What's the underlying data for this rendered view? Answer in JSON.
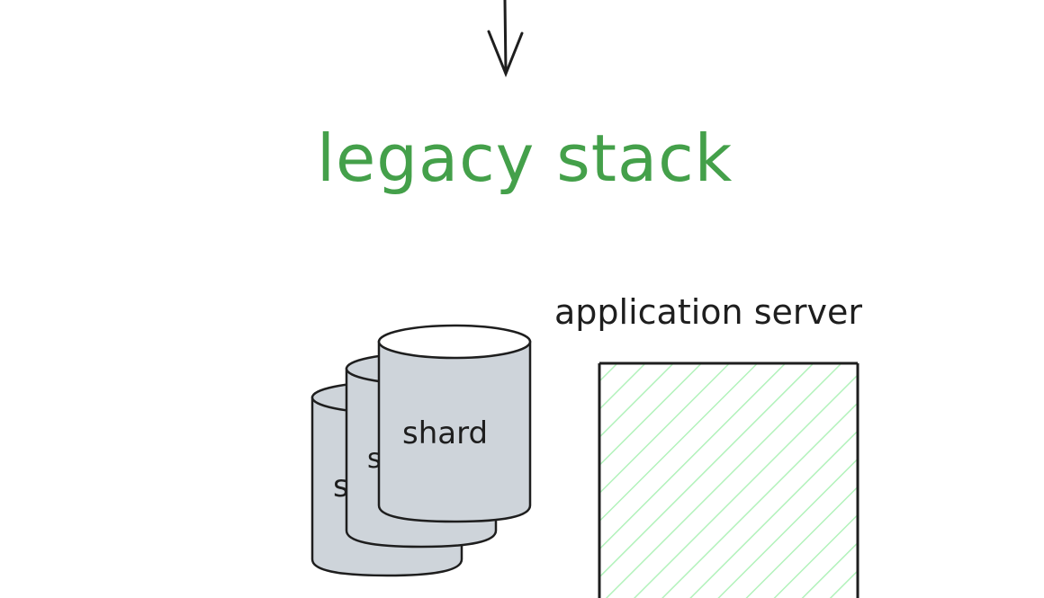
{
  "diagram": {
    "title": "legacy stack",
    "server_label": "application server",
    "shard_label": "shard",
    "shard_count": 3
  },
  "colors": {
    "title": "#44a04a",
    "stroke": "#1e1e1e",
    "shard_fill": "#ced4da",
    "server_hatch": "#b2f2bb"
  },
  "icons": [
    "arrow-down-icon",
    "database-icon",
    "server-box"
  ]
}
